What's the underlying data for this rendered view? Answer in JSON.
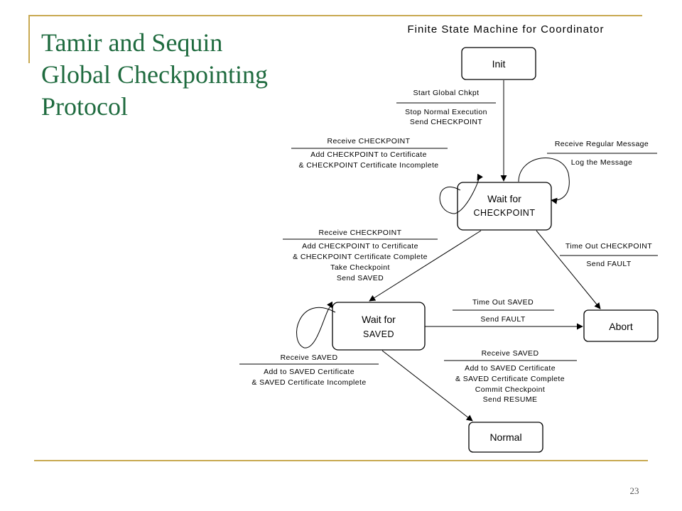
{
  "slide": {
    "title_lines": [
      "Tamir and Sequin",
      "Global Checkpointing",
      "Protocol"
    ],
    "page_number": "23",
    "accent_color": "#c8a951",
    "title_color": "#1f6b3f"
  },
  "diagram": {
    "title": "Finite State Machine for Coordinator",
    "states": {
      "init": "Init",
      "wait_checkpoint_1": "Wait for",
      "wait_checkpoint_2": "CHECKPOINT",
      "wait_saved_1": "Wait for",
      "wait_saved_2": "SAVED",
      "abort": "Abort",
      "normal": "Normal"
    },
    "transitions": {
      "start": {
        "event": "Start Global Chkpt",
        "actions": [
          "Stop Normal Execution",
          "Send CHECKPOINT"
        ]
      },
      "recv_cp_incomplete": {
        "event": "Receive CHECKPOINT",
        "actions": [
          "Add CHECKPOINT to Certificate",
          "& CHECKPOINT Certificate Incomplete"
        ]
      },
      "recv_regular": {
        "event": "Receive Regular Message",
        "actions": [
          "Log the Message"
        ]
      },
      "recv_cp_complete": {
        "event": "Receive CHECKPOINT",
        "actions": [
          "Add CHECKPOINT to Certificate",
          "& CHECKPOINT Certificate Complete",
          "Take Checkpoint",
          "Send SAVED"
        ]
      },
      "timeout_cp": {
        "event": "Time Out CHECKPOINT",
        "actions": [
          "Send FAULT"
        ]
      },
      "timeout_saved": {
        "event": "Time Out SAVED",
        "actions": [
          "Send FAULT"
        ]
      },
      "recv_saved_incomplete": {
        "event": "Receive SAVED",
        "actions": [
          "Add to SAVED Certificate",
          "& SAVED Certificate Incomplete"
        ]
      },
      "recv_saved_complete": {
        "event": "Receive SAVED",
        "actions": [
          "Add to SAVED Certificate",
          "& SAVED Certificate Complete",
          "Commit Checkpoint",
          "Send RESUME"
        ]
      }
    }
  }
}
